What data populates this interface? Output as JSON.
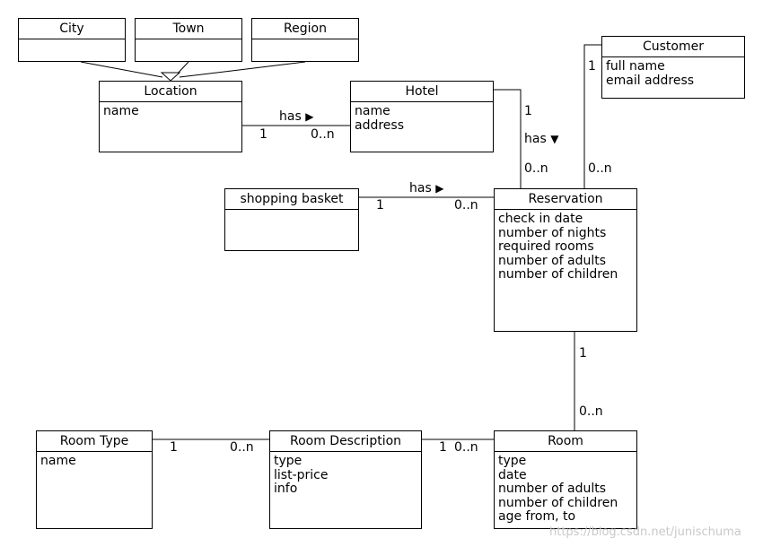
{
  "classes": {
    "city": {
      "name": "City",
      "attributes": []
    },
    "town": {
      "name": "Town",
      "attributes": []
    },
    "region": {
      "name": "Region",
      "attributes": []
    },
    "location": {
      "name": "Location",
      "attributes": [
        "name"
      ]
    },
    "hotel": {
      "name": "Hotel",
      "attributes": [
        "name",
        "address"
      ]
    },
    "customer": {
      "name": "Customer",
      "attributes": [
        "full name",
        "email address"
      ]
    },
    "shopping_basket": {
      "name": "shopping basket",
      "attributes": []
    },
    "reservation": {
      "name": "Reservation",
      "attributes": [
        "check in date",
        "number of nights",
        "required rooms",
        "number of adults",
        "number of children"
      ]
    },
    "room_type": {
      "name": "Room Type",
      "attributes": [
        "name"
      ]
    },
    "room_description": {
      "name": "Room Description",
      "attributes": [
        "type",
        "list-price",
        "info"
      ]
    },
    "room": {
      "name": "Room",
      "attributes": [
        "type",
        "date",
        "number of adults",
        "number of children",
        "age from, to"
      ]
    }
  },
  "associations": {
    "location_hotel": {
      "label": "has",
      "arrow": "▶",
      "mult_a": "1",
      "mult_b": "0..n"
    },
    "hotel_reservation": {
      "label": "has",
      "arrow": "▼",
      "mult_a": "1",
      "mult_b": "0..n"
    },
    "customer_reservation": {
      "mult_a": "1",
      "mult_b": "0..n"
    },
    "basket_reservation": {
      "label": "has",
      "arrow": "▶",
      "mult_a": "1",
      "mult_b": "0..n"
    },
    "reservation_room": {
      "mult_a": "1",
      "mult_b": "0..n"
    },
    "roomtype_roomdesc": {
      "mult_a": "1",
      "mult_b": "0..n"
    },
    "roomdesc_room": {
      "mult_a": "1",
      "mult_b": "0..n"
    }
  },
  "watermark": "https://blog.csdn.net/junischuma"
}
